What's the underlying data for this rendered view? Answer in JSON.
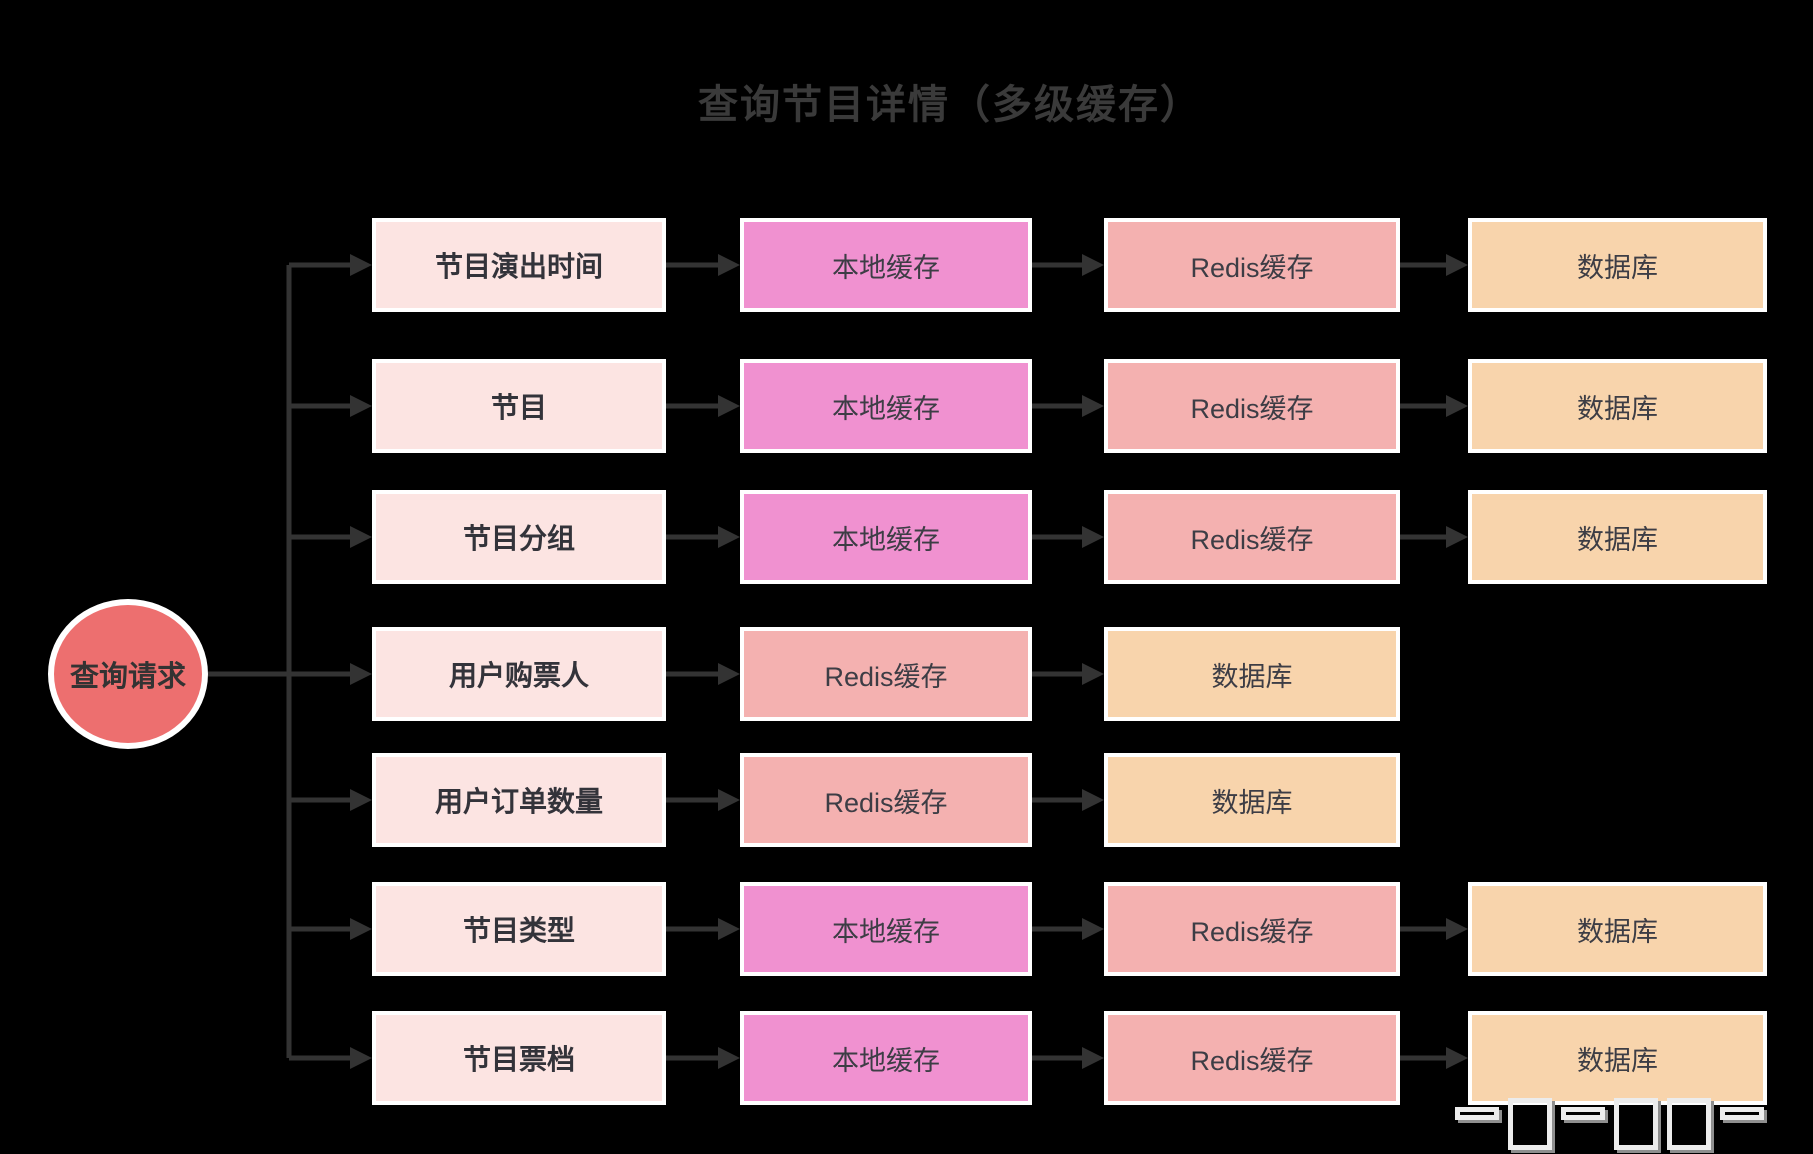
{
  "title": "查询节目详情（多级缓存）",
  "source_node": {
    "label": "查询请求"
  },
  "node_types": {
    "local_cache": {
      "label": "本地缓存",
      "fill": "#f091d0"
    },
    "redis_cache": {
      "label": "Redis缓存",
      "fill": "#f4b1b0"
    },
    "database": {
      "label": "数据库",
      "fill": "#f8d4ac"
    }
  },
  "rows": [
    {
      "label": "节目演出时间",
      "chain": [
        "local_cache",
        "redis_cache",
        "database"
      ]
    },
    {
      "label": "节目",
      "chain": [
        "local_cache",
        "redis_cache",
        "database"
      ]
    },
    {
      "label": "节目分组",
      "chain": [
        "local_cache",
        "redis_cache",
        "database"
      ]
    },
    {
      "label": "用户购票人",
      "chain": [
        "redis_cache",
        "database"
      ]
    },
    {
      "label": "用户订单数量",
      "chain": [
        "redis_cache",
        "database"
      ]
    },
    {
      "label": "节目类型",
      "chain": [
        "local_cache",
        "redis_cache",
        "database"
      ]
    },
    {
      "label": "节目票档",
      "chain": [
        "local_cache",
        "redis_cache",
        "database"
      ]
    }
  ],
  "colors": {
    "background": "#000000",
    "connector": "#333333",
    "source_fill": "#ed6f6f",
    "box_border": "#ffffff",
    "label_box_fill": "#fce4e2",
    "text": "#3d3d45",
    "title_text": "#3a3a3a"
  }
}
